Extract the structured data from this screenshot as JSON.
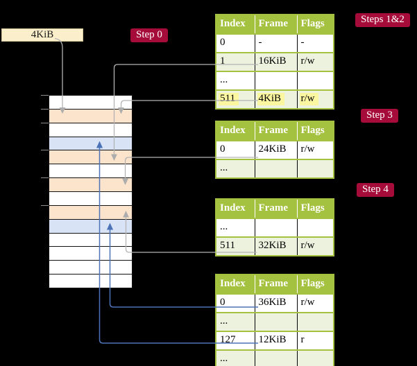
{
  "legend": {
    "page_size_label": "4KiB"
  },
  "steps": {
    "step0": "Step 0",
    "steps12": "Steps 1&2",
    "step3": "Step 3",
    "step4": "Step 4"
  },
  "colors": {
    "bg": "#000000",
    "crimson": "#a60c39",
    "header-green": "#a4c13f",
    "row-green": "#edf2de",
    "peach": "#fce4cc",
    "frame-blue": "#d8e4f6",
    "cream": "#fbefcb",
    "highlight-yellow": "#fbf6a0",
    "gray-line": "#adadad",
    "blue-line": "#4c72b8"
  },
  "memory": {
    "rows": [
      "white",
      "peach",
      "white",
      "blue",
      "peach",
      "white",
      "peach",
      "white",
      "peach",
      "blue",
      "white",
      "white",
      "white",
      "white"
    ]
  },
  "tables": [
    {
      "label": "page table steps 1 and 2",
      "headers": [
        "Index",
        "Frame",
        "Flags"
      ],
      "rows": [
        {
          "cells": [
            "0",
            "-",
            "-"
          ],
          "shade": "white",
          "highlight": false
        },
        {
          "cells": [
            "1",
            "16KiB",
            "r/w"
          ],
          "shade": "green",
          "highlight": false
        },
        {
          "cells": [
            "...",
            "",
            ""
          ],
          "shade": "white",
          "highlight": false
        },
        {
          "cells": [
            "511",
            "4KiB",
            "r/w"
          ],
          "shade": "green",
          "highlight": true
        }
      ]
    },
    {
      "label": "page table step 3",
      "headers": [
        "Index",
        "Frame",
        "Flags"
      ],
      "rows": [
        {
          "cells": [
            "0",
            "24KiB",
            "r/w"
          ],
          "shade": "white",
          "highlight": false
        },
        {
          "cells": [
            "...",
            "",
            ""
          ],
          "shade": "green",
          "highlight": false
        }
      ]
    },
    {
      "label": "page table step 4",
      "headers": [
        "Index",
        "Frame",
        "Flags"
      ],
      "rows": [
        {
          "cells": [
            "...",
            "",
            ""
          ],
          "shade": "white",
          "highlight": false
        },
        {
          "cells": [
            "511",
            "32KiB",
            "r/w"
          ],
          "shade": "green",
          "highlight": false
        }
      ]
    },
    {
      "label": "final page table",
      "headers": [
        "Index",
        "Frame",
        "Flags"
      ],
      "rows": [
        {
          "cells": [
            "0",
            "36KiB",
            "r/w"
          ],
          "shade": "white",
          "highlight": false
        },
        {
          "cells": [
            "...",
            "",
            ""
          ],
          "shade": "green",
          "highlight": false
        },
        {
          "cells": [
            "127",
            "12KiB",
            "r"
          ],
          "shade": "white",
          "highlight": false
        },
        {
          "cells": [
            "...",
            "",
            ""
          ],
          "shade": "green",
          "highlight": false
        }
      ]
    }
  ],
  "connections": [
    {
      "from": "page-size-box",
      "to_memory_row": 2,
      "frame": "4KiB",
      "color": "gray"
    },
    {
      "from": "table-1 row 511 (4KiB)",
      "to_memory_row": 2,
      "frame": "4KiB",
      "color": "gray"
    },
    {
      "from": "table-1 row 1 (16KiB)",
      "to_memory_row": 5,
      "frame": "16KiB",
      "color": "gray"
    },
    {
      "from": "table-2 row 0 (24KiB)",
      "to_memory_row": 7,
      "frame": "24KiB",
      "color": "gray"
    },
    {
      "from": "table-3 row 511 (32KiB)",
      "to_memory_row": 9,
      "frame": "32KiB",
      "color": "gray"
    },
    {
      "from": "table-4 row 0 (36KiB)",
      "to_memory_row": 10,
      "frame": "36KiB",
      "color": "blue"
    },
    {
      "from": "table-4 row 127 (12KiB)",
      "to_memory_row": 4,
      "frame": "12KiB",
      "color": "blue"
    }
  ]
}
